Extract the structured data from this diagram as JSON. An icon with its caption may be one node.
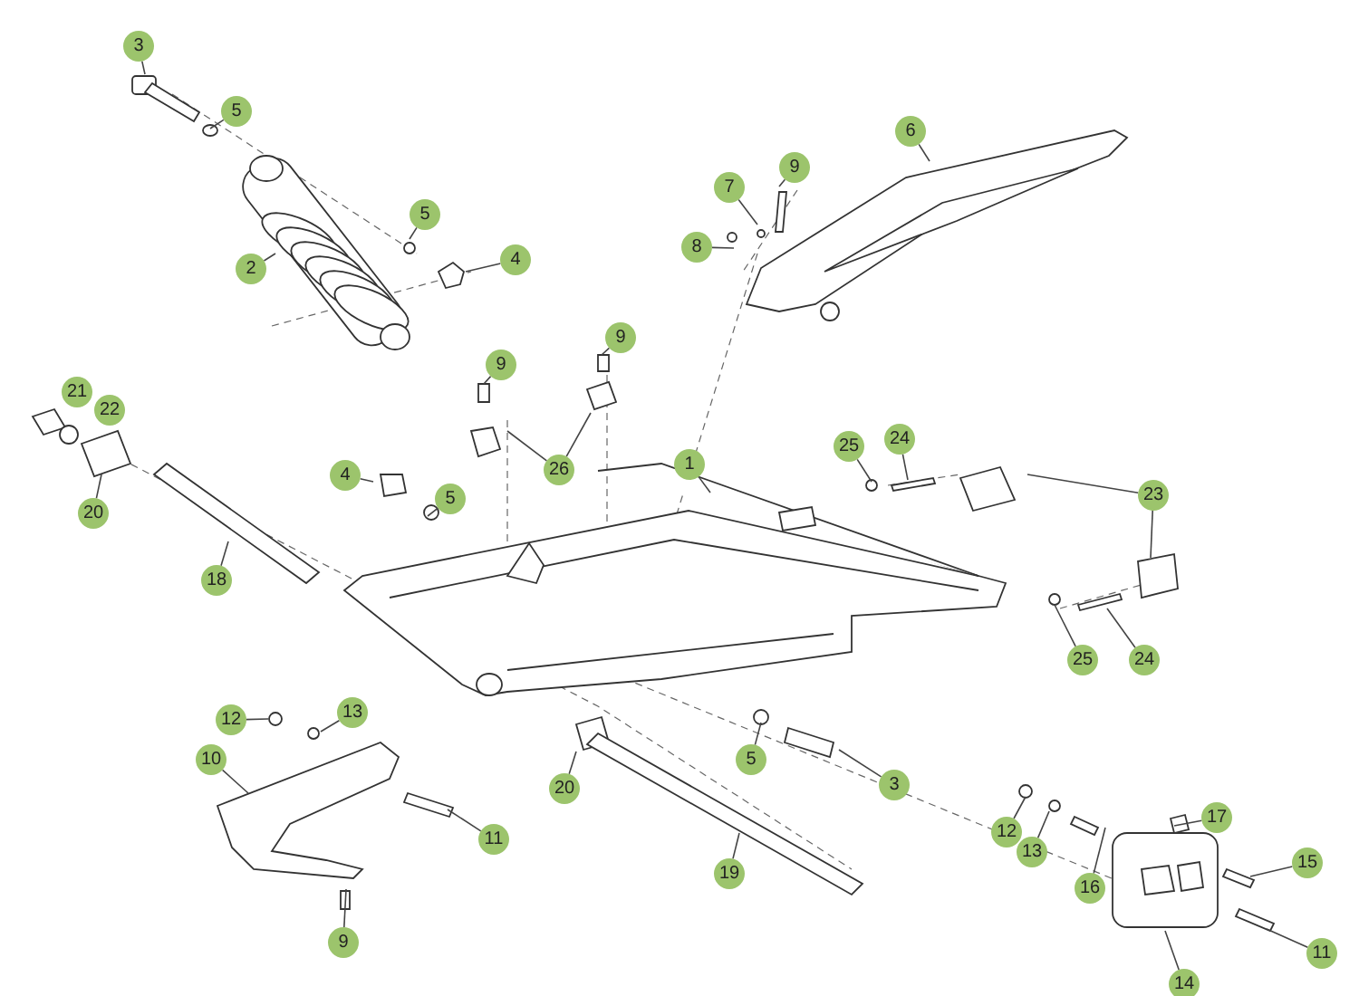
{
  "diagram": {
    "nodes": [
      {
        "text": [
          "3"
        ]
      },
      {
        "text": [
          "5"
        ]
      },
      {
        "text": [
          "2"
        ]
      },
      {
        "text": [
          "5"
        ]
      },
      {
        "text": [
          "4"
        ]
      },
      {
        "text": [
          "9"
        ]
      },
      {
        "text": [
          "9"
        ]
      },
      {
        "text": [
          "26"
        ]
      },
      {
        "text": [
          "21"
        ]
      },
      {
        "text": [
          "22"
        ]
      },
      {
        "text": [
          "20"
        ]
      },
      {
        "text": [
          "4"
        ]
      },
      {
        "text": [
          "5"
        ]
      },
      {
        "text": [
          "1"
        ]
      },
      {
        "text": [
          "9"
        ]
      },
      {
        "text": [
          "7"
        ]
      },
      {
        "text": [
          "8"
        ]
      },
      {
        "text": [
          "6"
        ]
      },
      {
        "text": [
          "25"
        ]
      },
      {
        "text": [
          "24"
        ]
      },
      {
        "text": [
          "23"
        ]
      },
      {
        "text": [
          "18"
        ]
      },
      {
        "text": [
          "12"
        ]
      },
      {
        "text": [
          "13"
        ]
      },
      {
        "text": [
          "10"
        ]
      },
      {
        "text": [
          "11"
        ]
      },
      {
        "text": [
          "20"
        ]
      },
      {
        "text": [
          "5"
        ]
      },
      {
        "text": [
          "3"
        ]
      },
      {
        "text": [
          "19"
        ]
      },
      {
        "text": [
          "9"
        ]
      },
      {
        "text": [
          "25"
        ]
      },
      {
        "text": [
          "24"
        ]
      },
      {
        "text": [
          "12"
        ]
      },
      {
        "text": [
          "13"
        ]
      },
      {
        "text": [
          "16"
        ]
      },
      {
        "text": [
          "17"
        ]
      },
      {
        "text": [
          "15"
        ]
      },
      {
        "text": [
          "11"
        ]
      },
      {
        "text": [
          "14"
        ]
      }
    ],
    "edges": [
      {
        "from": 0,
        "to": null,
        "arrow": "none"
      },
      {
        "from": 1,
        "to": null,
        "arrow": "none"
      },
      {
        "from": 2,
        "to": null,
        "arrow": "none"
      },
      {
        "from": 3,
        "to": null,
        "arrow": "none"
      },
      {
        "from": 4,
        "to": null,
        "arrow": "none"
      },
      {
        "from": 5,
        "to": null,
        "arrow": "none"
      },
      {
        "from": 6,
        "to": null,
        "arrow": "none"
      },
      {
        "from": 7,
        "to": null,
        "arrow": "none"
      },
      {
        "from": 7,
        "to": null,
        "arrow": "none"
      },
      {
        "from": 10,
        "to": null,
        "arrow": "none"
      },
      {
        "from": 11,
        "to": null,
        "arrow": "none"
      },
      {
        "from": 12,
        "to": null,
        "arrow": "none"
      },
      {
        "from": 13,
        "to": null,
        "arrow": "none"
      },
      {
        "from": 14,
        "to": null,
        "arrow": "none"
      },
      {
        "from": 15,
        "to": null,
        "arrow": "none"
      },
      {
        "from": 16,
        "to": null,
        "arrow": "none"
      },
      {
        "from": 17,
        "to": null,
        "arrow": "none"
      },
      {
        "from": 18,
        "to": null,
        "arrow": "none"
      },
      {
        "from": 19,
        "to": null,
        "arrow": "none"
      },
      {
        "from": 20,
        "to": null,
        "arrow": "none"
      },
      {
        "from": 20,
        "to": null,
        "arrow": "none"
      },
      {
        "from": 21,
        "to": null,
        "arrow": "none"
      },
      {
        "from": 22,
        "to": null,
        "arrow": "none"
      },
      {
        "from": 23,
        "to": null,
        "arrow": "none"
      },
      {
        "from": 24,
        "to": null,
        "arrow": "none"
      },
      {
        "from": 25,
        "to": null,
        "arrow": "none"
      },
      {
        "from": 26,
        "to": null,
        "arrow": "none"
      },
      {
        "from": 27,
        "to": null,
        "arrow": "none"
      },
      {
        "from": 28,
        "to": null,
        "arrow": "none"
      },
      {
        "from": 29,
        "to": null,
        "arrow": "none"
      },
      {
        "from": 30,
        "to": null,
        "arrow": "none"
      },
      {
        "from": 31,
        "to": null,
        "arrow": "none"
      },
      {
        "from": 32,
        "to": null,
        "arrow": "none"
      },
      {
        "from": 33,
        "to": null,
        "arrow": "none"
      },
      {
        "from": 34,
        "to": null,
        "arrow": "none"
      },
      {
        "from": 35,
        "to": null,
        "arrow": "none"
      },
      {
        "from": 36,
        "to": null,
        "arrow": "none"
      },
      {
        "from": 37,
        "to": null,
        "arrow": "none"
      },
      {
        "from": 38,
        "to": null,
        "arrow": "none"
      },
      {
        "from": 39,
        "to": null,
        "arrow": "none"
      }
    ]
  }
}
